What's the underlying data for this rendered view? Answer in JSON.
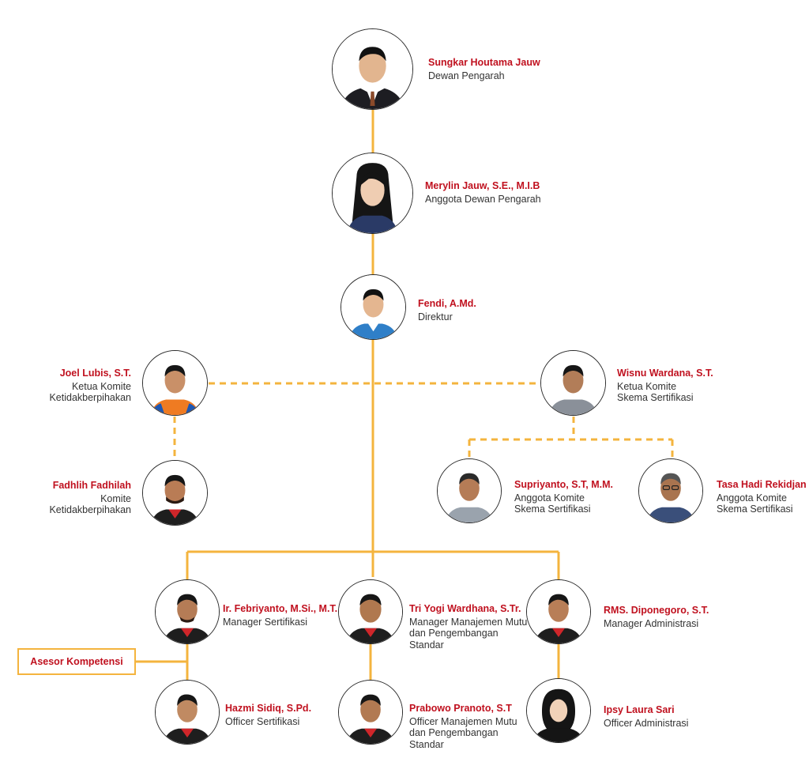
{
  "colors": {
    "name": "#c0111f",
    "role": "#333333",
    "connector": "#f4b43e",
    "avatar_border": "#2b2b2b"
  },
  "people": {
    "dewan_pengarah": {
      "name": "Sungkar Houtama Jauw",
      "role": "Dewan Pengarah"
    },
    "anggota_dewan": {
      "name": "Merylin Jauw, S.E., M.I.B",
      "role": "Anggota Dewan Pengarah"
    },
    "direktur": {
      "name": "Fendi, A.Md.",
      "role": "Direktur"
    },
    "ketua_ketidakberpihakan": {
      "name": "Joel Lubis, S.T.",
      "role": "Ketua Komite\nKetidakberpihakan"
    },
    "komite_ketidakberpihakan": {
      "name": "Fadhlih Fadhilah",
      "role": "Komite\nKetidakberpihakan"
    },
    "ketua_skema": {
      "name": "Wisnu Wardana, S.T.",
      "role": "Ketua Komite\nSkema Sertifikasi"
    },
    "anggota_skema_1": {
      "name": "Supriyanto, S.T, M.M.",
      "role": "Anggota Komite\nSkema Sertifikasi"
    },
    "anggota_skema_2": {
      "name": "Tasa Hadi Rekidjan",
      "role": "Anggota Komite\nSkema Sertifikasi"
    },
    "manager_sertifikasi": {
      "name": "Ir. Febriyanto, M.Si., M.T.",
      "role": "Manager Sertifikasi"
    },
    "manager_mutu": {
      "name": "Tri Yogi Wardhana, S.Tr.",
      "role": "Manager Manajemen Mutu\ndan Pengembangan\nStandar"
    },
    "manager_administrasi": {
      "name": "RMS. Diponegoro, S.T.",
      "role": "Manager Administrasi"
    },
    "officer_sertifikasi": {
      "name": "Hazmi Sidiq, S.Pd.",
      "role": "Officer Sertifikasi"
    },
    "officer_mutu": {
      "name": "Prabowo Pranoto, S.T",
      "role": "Officer Manajemen Mutu\ndan Pengembangan\nStandar"
    },
    "officer_administrasi": {
      "name": "Ipsy Laura Sari",
      "role": "Officer Administrasi"
    }
  },
  "asesor_label": "Asesor Kompetensi"
}
